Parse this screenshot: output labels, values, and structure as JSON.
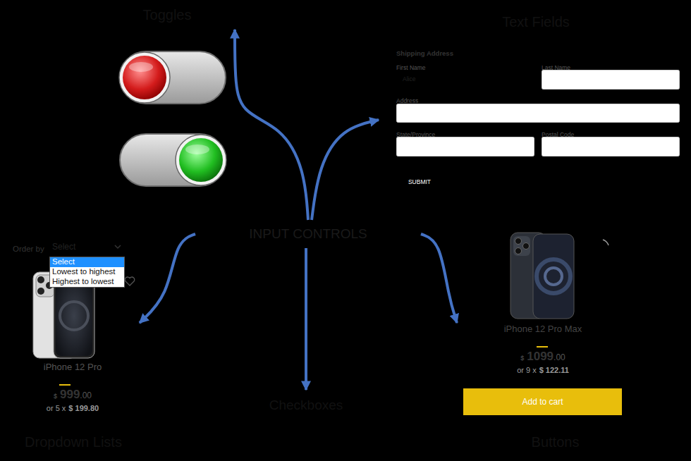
{
  "diagram": {
    "nodes": [
      {
        "text": [
          "Toggles"
        ]
      },
      {
        "text": [
          "Text Fields"
        ]
      },
      {
        "text": [
          "Shipping Address",
          "First Name",
          "Last Name",
          "Address",
          "State/Province",
          "Postal Code"
        ]
      },
      {
        "text": [
          "Alice"
        ],
        "in": 2
      },
      {
        "text": [
          "SUBMIT"
        ],
        "in": 2
      },
      {
        "text": [
          "INPUT CONTROLS"
        ]
      },
      {
        "text": [
          "Order by",
          "iPhone 12 Pro",
          "$",
          "999",
          ".00",
          "or 5 x",
          "$ 199.80"
        ]
      },
      {
        "text": [
          "Select"
        ],
        "in": 6
      },
      {
        "text": [
          "Select",
          "Lowest to highest",
          "Highest to lowest"
        ],
        "in": 6
      },
      {
        "text": [
          "iPhone 12 Pro Max",
          "$",
          "1099",
          ".00",
          "or 9 x",
          "$ 122.11"
        ]
      },
      {
        "text": [
          "Add to cart"
        ],
        "in": 9
      },
      {
        "text": [
          "Checkboxes"
        ]
      },
      {
        "text": [
          "Dropdown Lists"
        ]
      },
      {
        "text": [
          "Buttons"
        ]
      }
    ],
    "edges": [
      {
        "from": 5,
        "to": 0,
        "arrow": "to"
      },
      {
        "from": 5,
        "to": 2,
        "arrow": "to"
      },
      {
        "from": 5,
        "to": 11,
        "arrow": "to"
      },
      {
        "from": 5,
        "to": 6,
        "arrow": "to"
      },
      {
        "from": 5,
        "to": 9,
        "arrow": "to"
      }
    ]
  }
}
